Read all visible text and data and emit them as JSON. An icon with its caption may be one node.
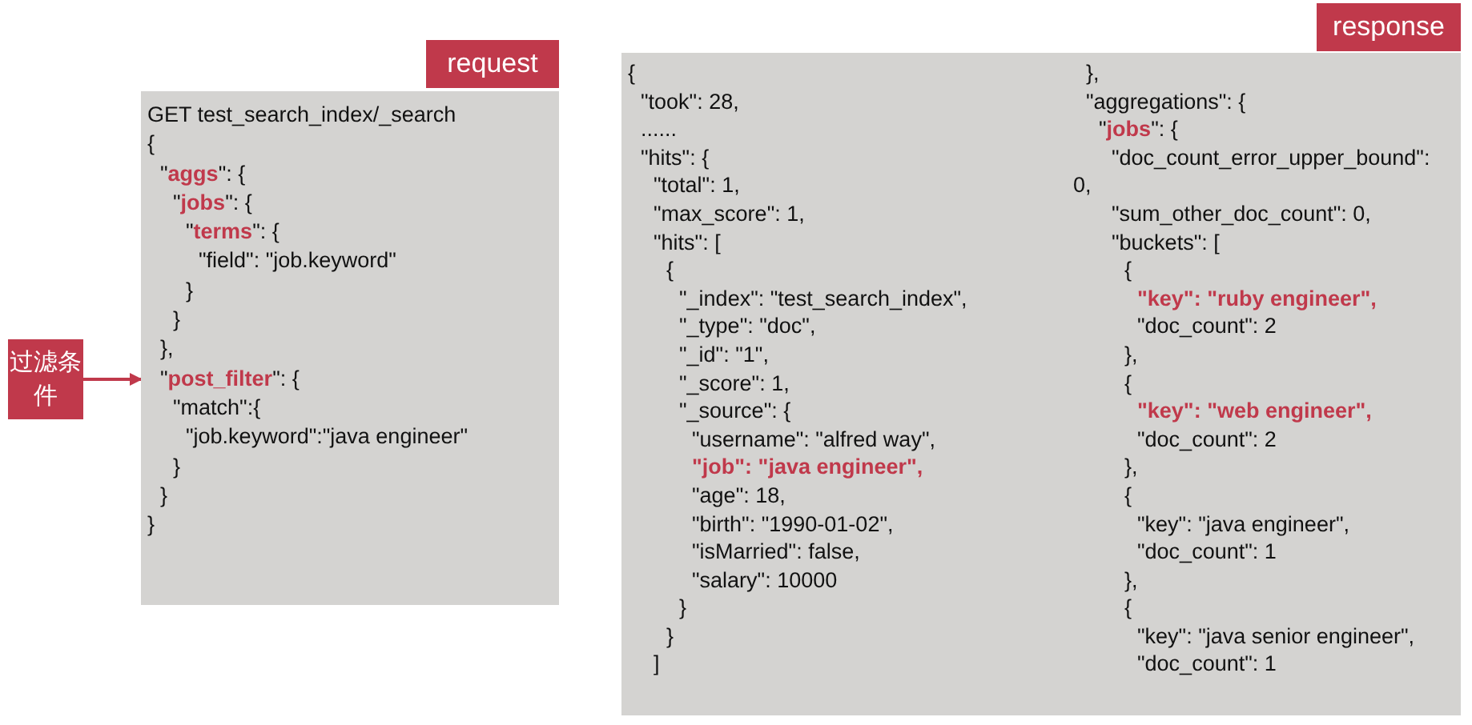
{
  "diagram": {
    "nodes": [
      {
        "text": [
          "request",
          "GET test_search_index/_search",
          "{",
          "\"**aggs**\": {",
          "\"**jobs**\": {",
          "\"**terms**\": {",
          "\"field\": \"job.keyword\"",
          "}",
          "}",
          "},",
          "\"**post_filter**\": {",
          "\"match\":{",
          "\"job.keyword\":\"java engineer\"",
          "}",
          "}",
          "}"
        ]
      },
      {
        "text": [
          "response",
          "{",
          "\"took\": 28,",
          "......",
          "\"hits\": {",
          "\"total\": 1,",
          "\"max_score\": 1,",
          "\"hits\": [",
          "{",
          "\"_index\": \"test_search_index\",",
          "\"_type\": \"doc\",",
          "\"_id\": \"1\",",
          "\"_score\": 1,",
          "\"_source\": {",
          "\"username\": \"alfred way\",",
          "**\"job\": \"java engineer\",**",
          "\"age\": 18,",
          "\"birth\": \"1990-01-02\",",
          "\"isMarried\": false,",
          "\"salary\": 10000",
          "}",
          "}",
          "]",
          "},",
          "\"aggregations\": {",
          "\"**jobs**\": {",
          "\"doc_count_error_upper_bound\": 0,",
          "\"sum_other_doc_count\": 0,",
          "\"buckets\": [",
          "{",
          "**\"key\": \"ruby engineer\",**",
          "\"doc_count\": 2",
          "},",
          "{",
          "**\"key\": \"web engineer\",**",
          "\"doc_count\": 2",
          "},",
          "{",
          "\"key\": \"java engineer\",",
          "\"doc_count\": 1",
          "},",
          "{",
          "\"key\": \"java senior engineer\",",
          "\"doc_count\": 1"
        ]
      },
      {
        "text": [
          "过滤条件"
        ]
      }
    ],
    "edges": [
      {
        "from": 2,
        "to": 0,
        "arrow": "to"
      }
    ]
  }
}
